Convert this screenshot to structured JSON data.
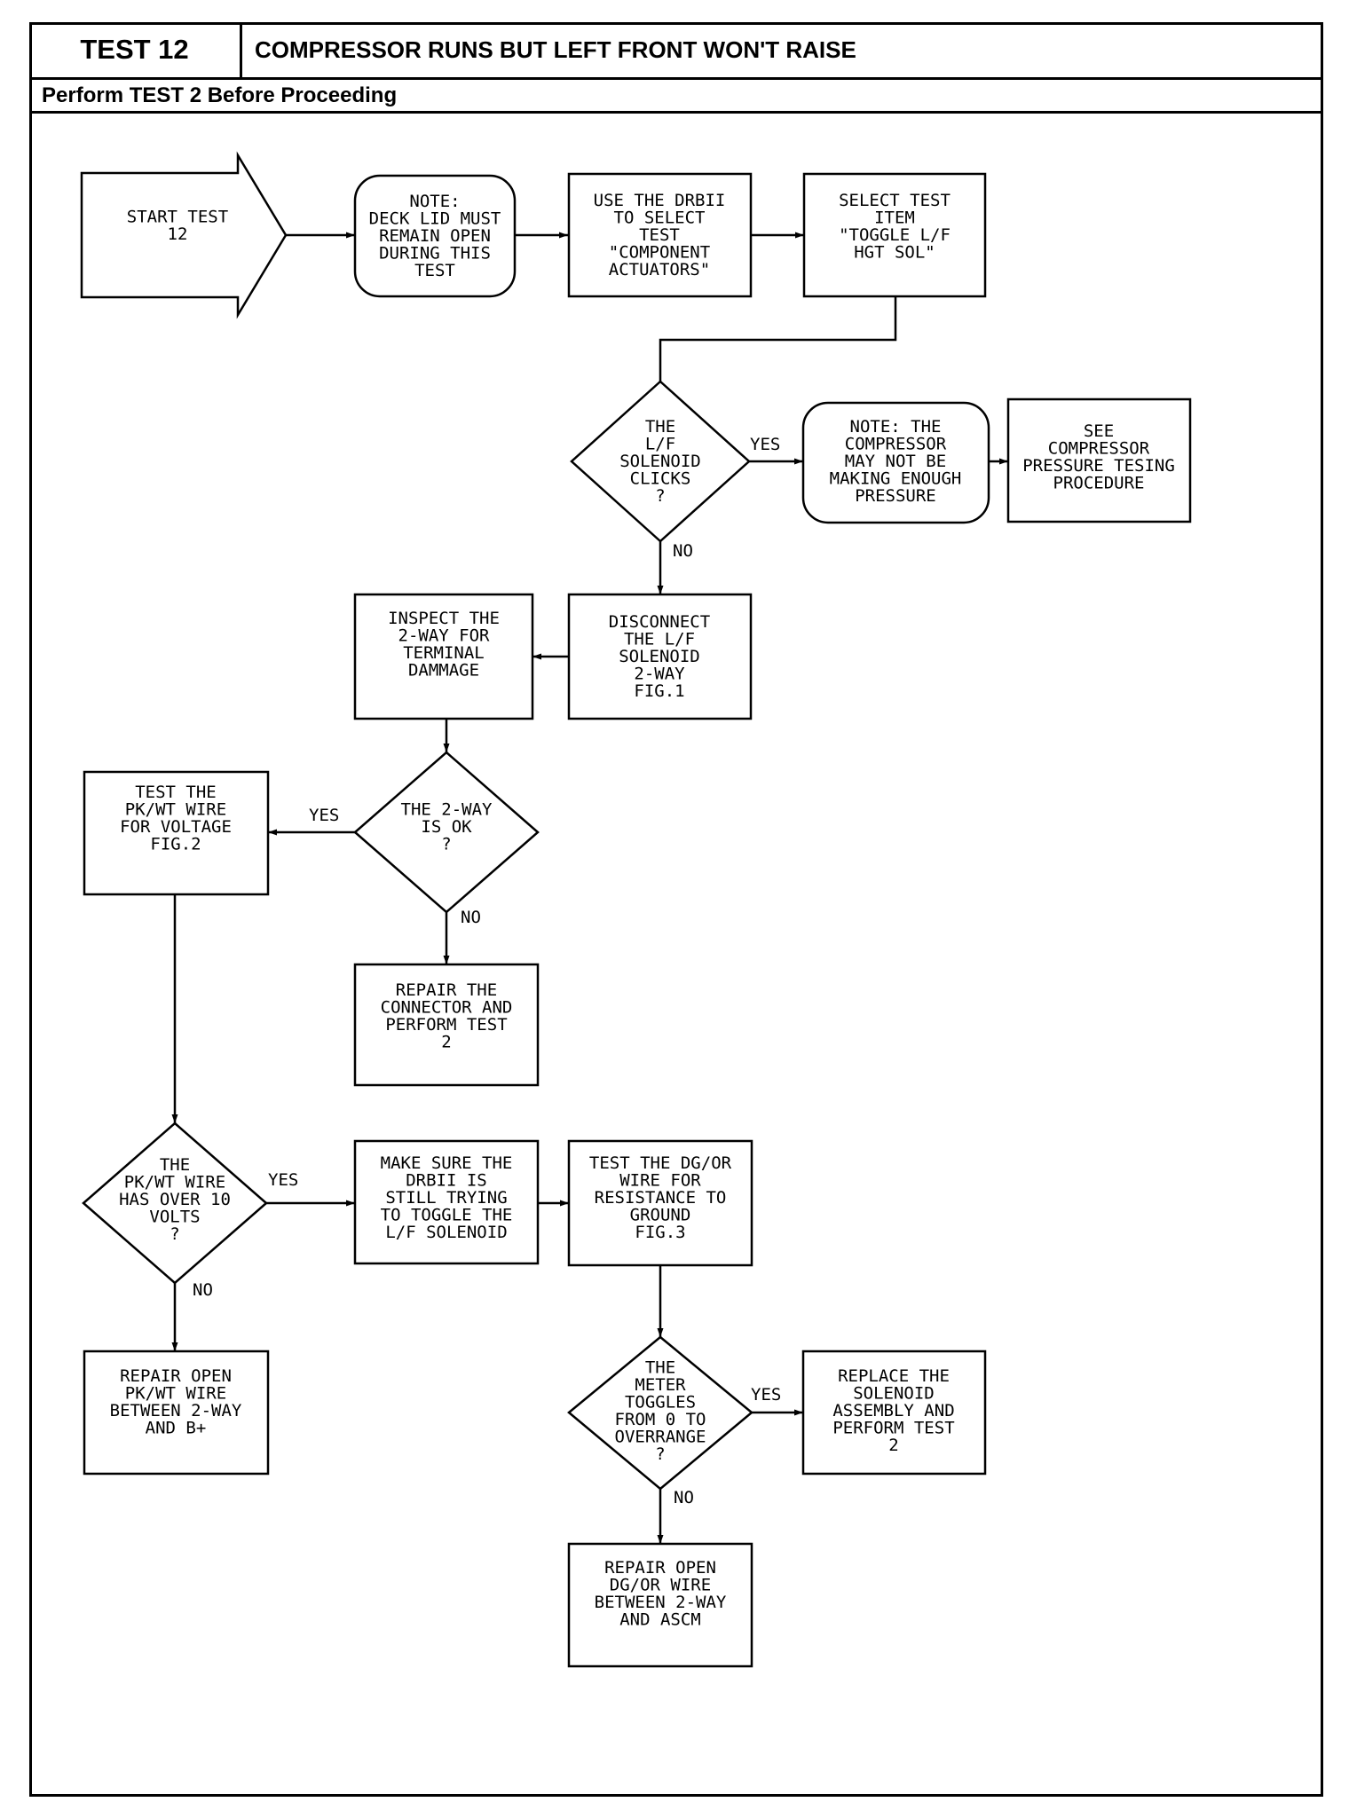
{
  "header": {
    "test_label": "TEST 12",
    "title": "COMPRESSOR RUNS BUT LEFT FRONT WON'T RAISE",
    "subtitle": "Perform TEST 2 Before Proceeding"
  },
  "nodes": {
    "start": [
      "START TEST",
      "12"
    ],
    "note_deck": [
      "NOTE:",
      "DECK LID MUST",
      "REMAIN OPEN",
      "DURING THIS",
      "TEST"
    ],
    "use_drbii": [
      "USE THE DRBII",
      "TO SELECT",
      "TEST",
      "\"COMPONENT",
      "ACTUATORS\""
    ],
    "select_item": [
      "SELECT TEST",
      "ITEM",
      "\"TOGGLE L/F",
      "HGT SOL\""
    ],
    "q_clicks": [
      "THE",
      "L/F",
      "SOLENOID",
      "CLICKS",
      "?"
    ],
    "note_compressor": [
      "NOTE: THE",
      "COMPRESSOR",
      "MAY NOT BE",
      "MAKING ENOUGH",
      "PRESSURE"
    ],
    "see_procedure": [
      "SEE",
      "COMPRESSOR",
      "PRESSURE TESING",
      "PROCEDURE"
    ],
    "disconnect": [
      "DISCONNECT",
      "THE L/F",
      "SOLENOID",
      "2-WAY",
      "FIG.1"
    ],
    "inspect": [
      "INSPECT THE",
      "2-WAY FOR",
      "TERMINAL",
      "DAMMAGE"
    ],
    "q_2way": [
      "THE 2-WAY",
      "IS OK",
      "?"
    ],
    "test_pkwt": [
      "TEST THE",
      "PK/WT WIRE",
      "FOR VOLTAGE",
      "FIG.2"
    ],
    "repair_connector": [
      "REPAIR THE",
      "CONNECTOR AND",
      "PERFORM TEST",
      "2"
    ],
    "q_volts": [
      "THE",
      "PK/WT WIRE",
      "HAS OVER 10",
      "VOLTS",
      "?"
    ],
    "make_sure": [
      "MAKE SURE THE",
      "DRBII IS",
      "STILL TRYING",
      "TO TOGGLE THE",
      "L/F SOLENOID"
    ],
    "test_dgor": [
      "TEST THE DG/OR",
      "WIRE FOR",
      "RESISTANCE TO",
      "GROUND",
      "FIG.3"
    ],
    "repair_pkwt": [
      "REPAIR OPEN",
      "PK/WT WIRE",
      "BETWEEN 2-WAY",
      "AND B+"
    ],
    "q_meter": [
      "THE",
      "METER",
      "TOGGLES",
      "FROM 0 TO",
      "OVERRANGE",
      "?"
    ],
    "replace_solenoid": [
      "REPLACE THE",
      "SOLENOID",
      "ASSEMBLY AND",
      "PERFORM TEST",
      "2"
    ],
    "repair_dgor": [
      "REPAIR OPEN",
      "DG/OR WIRE",
      "BETWEEN 2-WAY",
      "AND ASCM"
    ]
  },
  "labels": {
    "yes": "YES",
    "no": "NO"
  }
}
